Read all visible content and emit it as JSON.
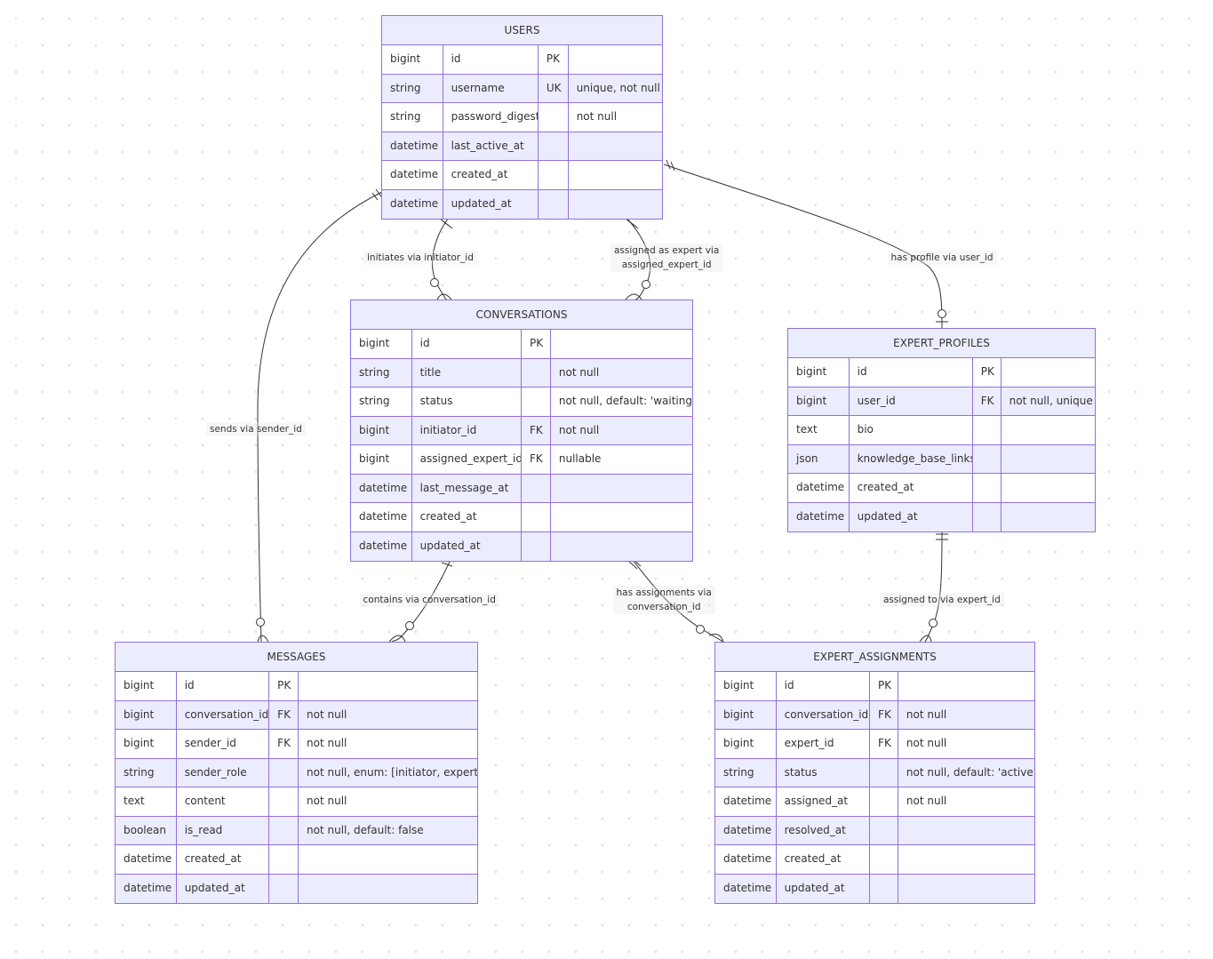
{
  "entities": [
    {
      "id": "users",
      "name": "USERS",
      "attributes": [
        {
          "type": "bigint",
          "name": "id",
          "key": "PK",
          "comment": ""
        },
        {
          "type": "string",
          "name": "username",
          "key": "UK",
          "comment": "unique, not null"
        },
        {
          "type": "string",
          "name": "password_digest",
          "key": "",
          "comment": "not null"
        },
        {
          "type": "datetime",
          "name": "last_active_at",
          "key": "",
          "comment": ""
        },
        {
          "type": "datetime",
          "name": "created_at",
          "key": "",
          "comment": ""
        },
        {
          "type": "datetime",
          "name": "updated_at",
          "key": "",
          "comment": ""
        }
      ]
    },
    {
      "id": "conversations",
      "name": "CONVERSATIONS",
      "attributes": [
        {
          "type": "bigint",
          "name": "id",
          "key": "PK",
          "comment": ""
        },
        {
          "type": "string",
          "name": "title",
          "key": "",
          "comment": "not null"
        },
        {
          "type": "string",
          "name": "status",
          "key": "",
          "comment": "not null, default: 'waiting'"
        },
        {
          "type": "bigint",
          "name": "initiator_id",
          "key": "FK",
          "comment": "not null"
        },
        {
          "type": "bigint",
          "name": "assigned_expert_id",
          "key": "FK",
          "comment": "nullable"
        },
        {
          "type": "datetime",
          "name": "last_message_at",
          "key": "",
          "comment": ""
        },
        {
          "type": "datetime",
          "name": "created_at",
          "key": "",
          "comment": ""
        },
        {
          "type": "datetime",
          "name": "updated_at",
          "key": "",
          "comment": ""
        }
      ]
    },
    {
      "id": "expert_profiles",
      "name": "EXPERT_PROFILES",
      "attributes": [
        {
          "type": "bigint",
          "name": "id",
          "key": "PK",
          "comment": ""
        },
        {
          "type": "bigint",
          "name": "user_id",
          "key": "FK",
          "comment": "not null, unique"
        },
        {
          "type": "text",
          "name": "bio",
          "key": "",
          "comment": ""
        },
        {
          "type": "json",
          "name": "knowledge_base_links",
          "key": "",
          "comment": ""
        },
        {
          "type": "datetime",
          "name": "created_at",
          "key": "",
          "comment": ""
        },
        {
          "type": "datetime",
          "name": "updated_at",
          "key": "",
          "comment": ""
        }
      ]
    },
    {
      "id": "messages",
      "name": "MESSAGES",
      "attributes": [
        {
          "type": "bigint",
          "name": "id",
          "key": "PK",
          "comment": ""
        },
        {
          "type": "bigint",
          "name": "conversation_id",
          "key": "FK",
          "comment": "not null"
        },
        {
          "type": "bigint",
          "name": "sender_id",
          "key": "FK",
          "comment": "not null"
        },
        {
          "type": "string",
          "name": "sender_role",
          "key": "",
          "comment": "not null, enum: [initiator, expert]"
        },
        {
          "type": "text",
          "name": "content",
          "key": "",
          "comment": "not null"
        },
        {
          "type": "boolean",
          "name": "is_read",
          "key": "",
          "comment": "not null, default: false"
        },
        {
          "type": "datetime",
          "name": "created_at",
          "key": "",
          "comment": ""
        },
        {
          "type": "datetime",
          "name": "updated_at",
          "key": "",
          "comment": ""
        }
      ]
    },
    {
      "id": "expert_assignments",
      "name": "EXPERT_ASSIGNMENTS",
      "attributes": [
        {
          "type": "bigint",
          "name": "id",
          "key": "PK",
          "comment": ""
        },
        {
          "type": "bigint",
          "name": "conversation_id",
          "key": "FK",
          "comment": "not null"
        },
        {
          "type": "bigint",
          "name": "expert_id",
          "key": "FK",
          "comment": "not null"
        },
        {
          "type": "string",
          "name": "status",
          "key": "",
          "comment": "not null, default: 'active'"
        },
        {
          "type": "datetime",
          "name": "assigned_at",
          "key": "",
          "comment": "not null"
        },
        {
          "type": "datetime",
          "name": "resolved_at",
          "key": "",
          "comment": ""
        },
        {
          "type": "datetime",
          "name": "created_at",
          "key": "",
          "comment": ""
        },
        {
          "type": "datetime",
          "name": "updated_at",
          "key": "",
          "comment": ""
        }
      ]
    }
  ],
  "relationships": [
    {
      "id": "users-conversations-initiator",
      "from": "USERS",
      "to": "CONVERSATIONS",
      "from_cardinality": "exactly-one",
      "to_cardinality": "zero-or-more",
      "label_lines": [
        "initiates via initiator_id"
      ]
    },
    {
      "id": "users-conversations-expert",
      "from": "USERS",
      "to": "CONVERSATIONS",
      "from_cardinality": "exactly-one",
      "to_cardinality": "zero-or-more",
      "label_lines": [
        "assigned as expert via",
        "assigned_expert_id"
      ]
    },
    {
      "id": "users-expert-profiles",
      "from": "USERS",
      "to": "EXPERT_PROFILES",
      "from_cardinality": "exactly-one",
      "to_cardinality": "zero-or-one",
      "label_lines": [
        "has profile via user_id"
      ]
    },
    {
      "id": "users-messages",
      "from": "USERS",
      "to": "MESSAGES",
      "from_cardinality": "exactly-one",
      "to_cardinality": "zero-or-more",
      "label_lines": [
        "sends via sender_id"
      ]
    },
    {
      "id": "conversations-messages",
      "from": "CONVERSATIONS",
      "to": "MESSAGES",
      "from_cardinality": "exactly-one",
      "to_cardinality": "zero-or-more",
      "label_lines": [
        "contains via conversation_id"
      ]
    },
    {
      "id": "conversations-expert-assignments",
      "from": "CONVERSATIONS",
      "to": "EXPERT_ASSIGNMENTS",
      "from_cardinality": "exactly-one",
      "to_cardinality": "zero-or-more",
      "label_lines": [
        "has assignments via",
        "conversation_id"
      ]
    },
    {
      "id": "expert-profiles-expert-assignments",
      "from": "EXPERT_PROFILES",
      "to": "EXPERT_ASSIGNMENTS",
      "from_cardinality": "exactly-one",
      "to_cardinality": "zero-or-more",
      "label_lines": [
        "assigned to via expert_id"
      ]
    }
  ],
  "colors": {
    "entity_border": "#9370DB",
    "entity_header": "#ECECFF",
    "row_alt": "#ECECFF",
    "line": "#333333"
  }
}
